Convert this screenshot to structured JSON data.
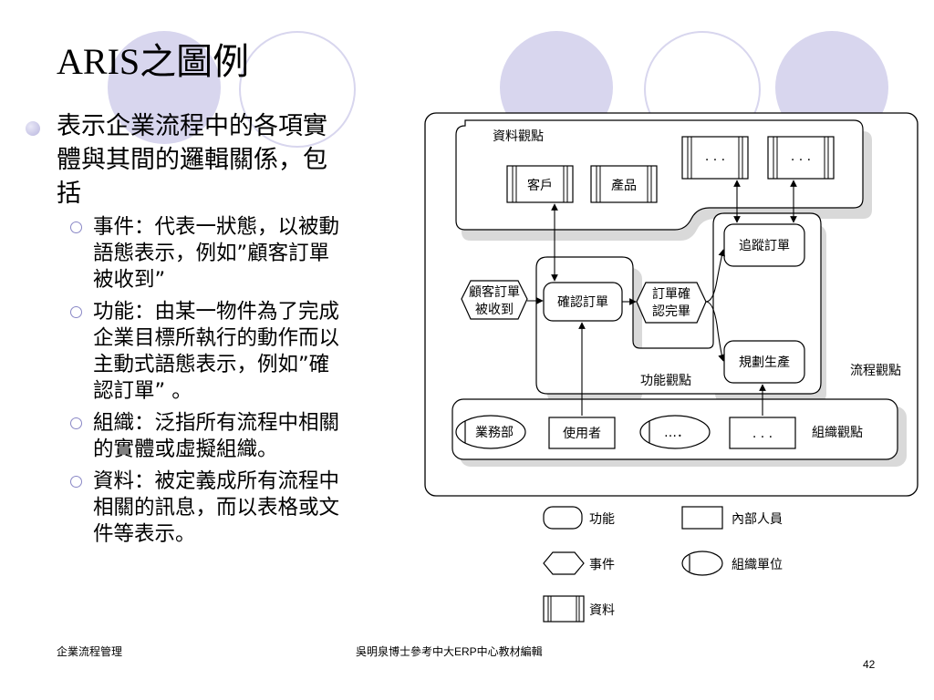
{
  "slide": {
    "title": "ARIS之圖例",
    "bullet_main_lines": [
      "表示企業流程中的各項實",
      "體與其間的邏輯關係，包",
      "括"
    ],
    "sub_bullets": [
      {
        "lines": [
          "事件：代表一狀態，以被動",
          "語態表示，例如”顧客訂單",
          "被收到”"
        ]
      },
      {
        "lines": [
          "功能：由某一物件為了完成",
          "企業目標所執行的動作而以",
          "主動式語態表示，例如”確",
          "認訂單” 。"
        ]
      },
      {
        "lines": [
          "組織：泛指所有流程中相關",
          "的實體或虛擬組織。"
        ]
      },
      {
        "lines": [
          "資料：被定義成所有流程中",
          "相關的訊息，而以表格或文",
          "件等表示。"
        ]
      }
    ]
  },
  "diagram": {
    "view_data": "資料觀點",
    "data_customer": "客戶",
    "data_product": "產品",
    "data_dots_1": ". . .",
    "data_dots_2": ". . .",
    "event_order_received": [
      "顧客訂單",
      "被收到"
    ],
    "func_confirm_order": "確認訂單",
    "event_order_confirmed": [
      "訂單確",
      "認完畢"
    ],
    "func_track_order": "追蹤訂單",
    "func_plan_production": "規劃生產",
    "view_function": "功能觀點",
    "view_process": "流程觀點",
    "org_sales": "業務部",
    "org_user": "使用者",
    "org_dots_1": "…．",
    "org_dots_2": ". . .",
    "view_org": "組織觀點"
  },
  "legend": {
    "function": "功能",
    "internal_staff": "內部人員",
    "event": "事件",
    "org_unit": "組織單位",
    "data": "資料"
  },
  "footer": {
    "left": "企業流程管理",
    "center": "吳明泉博士參考中大ERP中心教材編輯",
    "page": "42"
  },
  "colors": {
    "accent": "#d8d6ee",
    "bullet": "#b9b6de"
  }
}
